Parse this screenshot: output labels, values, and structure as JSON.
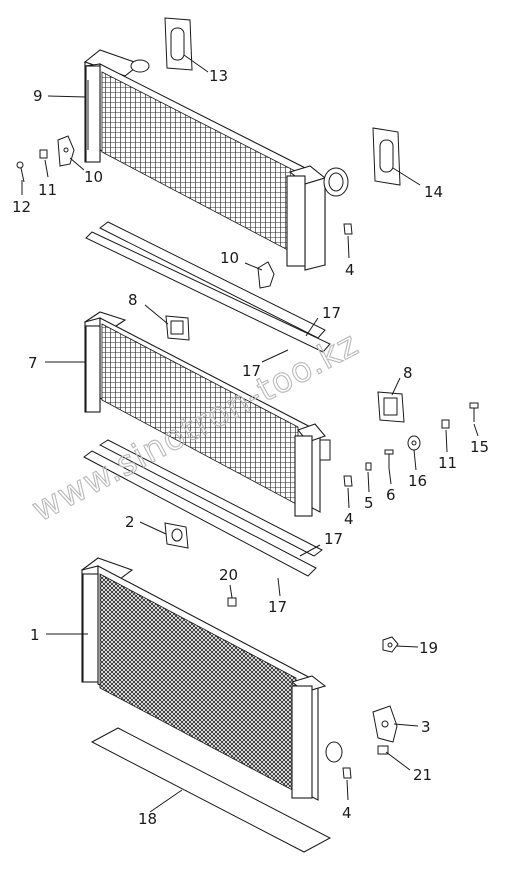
{
  "watermark": "www.sinotron-too.kz",
  "callouts": [
    {
      "id": "c13",
      "text": "13"
    },
    {
      "id": "c9",
      "text": "9"
    },
    {
      "id": "c11a",
      "text": "11"
    },
    {
      "id": "c10a",
      "text": "10"
    },
    {
      "id": "c12",
      "text": "12"
    },
    {
      "id": "c14",
      "text": "14"
    },
    {
      "id": "c10b",
      "text": "10"
    },
    {
      "id": "c4a",
      "text": "4"
    },
    {
      "id": "c8a",
      "text": "8"
    },
    {
      "id": "c17a",
      "text": "17"
    },
    {
      "id": "c7",
      "text": "7"
    },
    {
      "id": "c17b",
      "text": "17"
    },
    {
      "id": "c8b",
      "text": "8"
    },
    {
      "id": "c15",
      "text": "15"
    },
    {
      "id": "c11b",
      "text": "11"
    },
    {
      "id": "c16",
      "text": "16"
    },
    {
      "id": "c6",
      "text": "6"
    },
    {
      "id": "c5",
      "text": "5"
    },
    {
      "id": "c4b",
      "text": "4"
    },
    {
      "id": "c2",
      "text": "2"
    },
    {
      "id": "c17c",
      "text": "17"
    },
    {
      "id": "c20",
      "text": "20"
    },
    {
      "id": "c17d",
      "text": "17"
    },
    {
      "id": "c1",
      "text": "1"
    },
    {
      "id": "c19",
      "text": "19"
    },
    {
      "id": "c3",
      "text": "3"
    },
    {
      "id": "c21",
      "text": "21"
    },
    {
      "id": "c18",
      "text": "18"
    },
    {
      "id": "c4c",
      "text": "4"
    }
  ]
}
